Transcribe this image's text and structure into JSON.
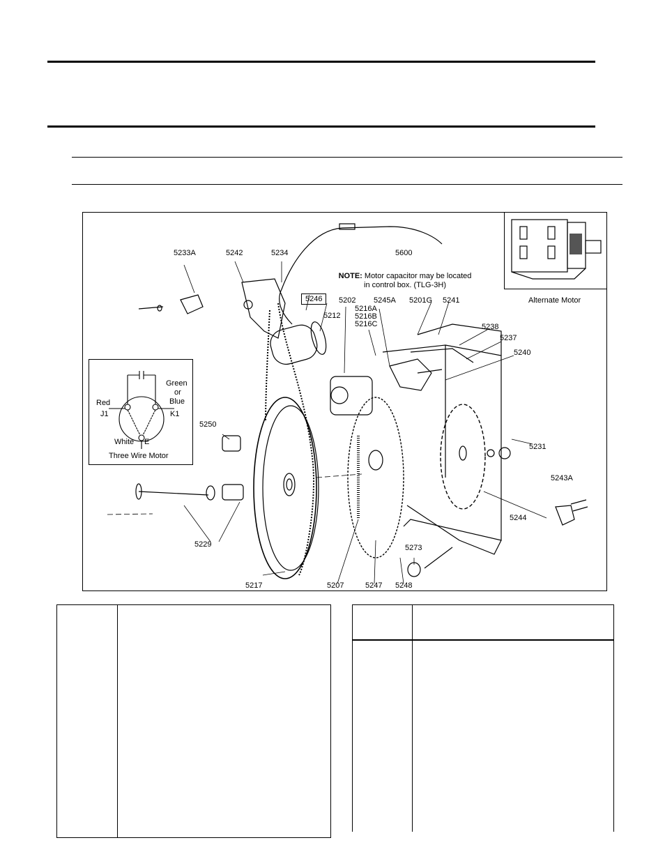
{
  "figure": {
    "note": {
      "prefix": "NOTE:",
      "line1": " Motor capacitor may be located",
      "line2": "in control box. (TLG-3H)"
    },
    "alternate_motor_label": "Alternate Motor",
    "wiring_inset": {
      "title": "Three Wire Motor",
      "labels": {
        "green": "Green",
        "or": "or",
        "blue": "Blue",
        "red": "Red",
        "j1": "J1",
        "k1": "K1",
        "white": "White",
        "e": "E"
      }
    },
    "parts": {
      "p5600": "5600",
      "p5233a": "5233A",
      "p5242": "5242",
      "p5234": "5234",
      "p5246": "5246",
      "p5202": "5202",
      "p5245a": "5245A",
      "p5201g": "5201G",
      "p5241": "5241",
      "p5216a": "5216A",
      "p5216b": "5216B",
      "p5216c": "5216C",
      "p5212": "5212",
      "p5238": "5238",
      "p5237": "5237",
      "p5240": "5240",
      "p5250": "5250",
      "p5231": "5231",
      "p5243a": "5243A",
      "p5244": "5244",
      "p5229": "5229",
      "p5273": "5273",
      "p5217": "5217",
      "p5207": "5207",
      "p5247": "5247",
      "p5248": "5248"
    }
  }
}
